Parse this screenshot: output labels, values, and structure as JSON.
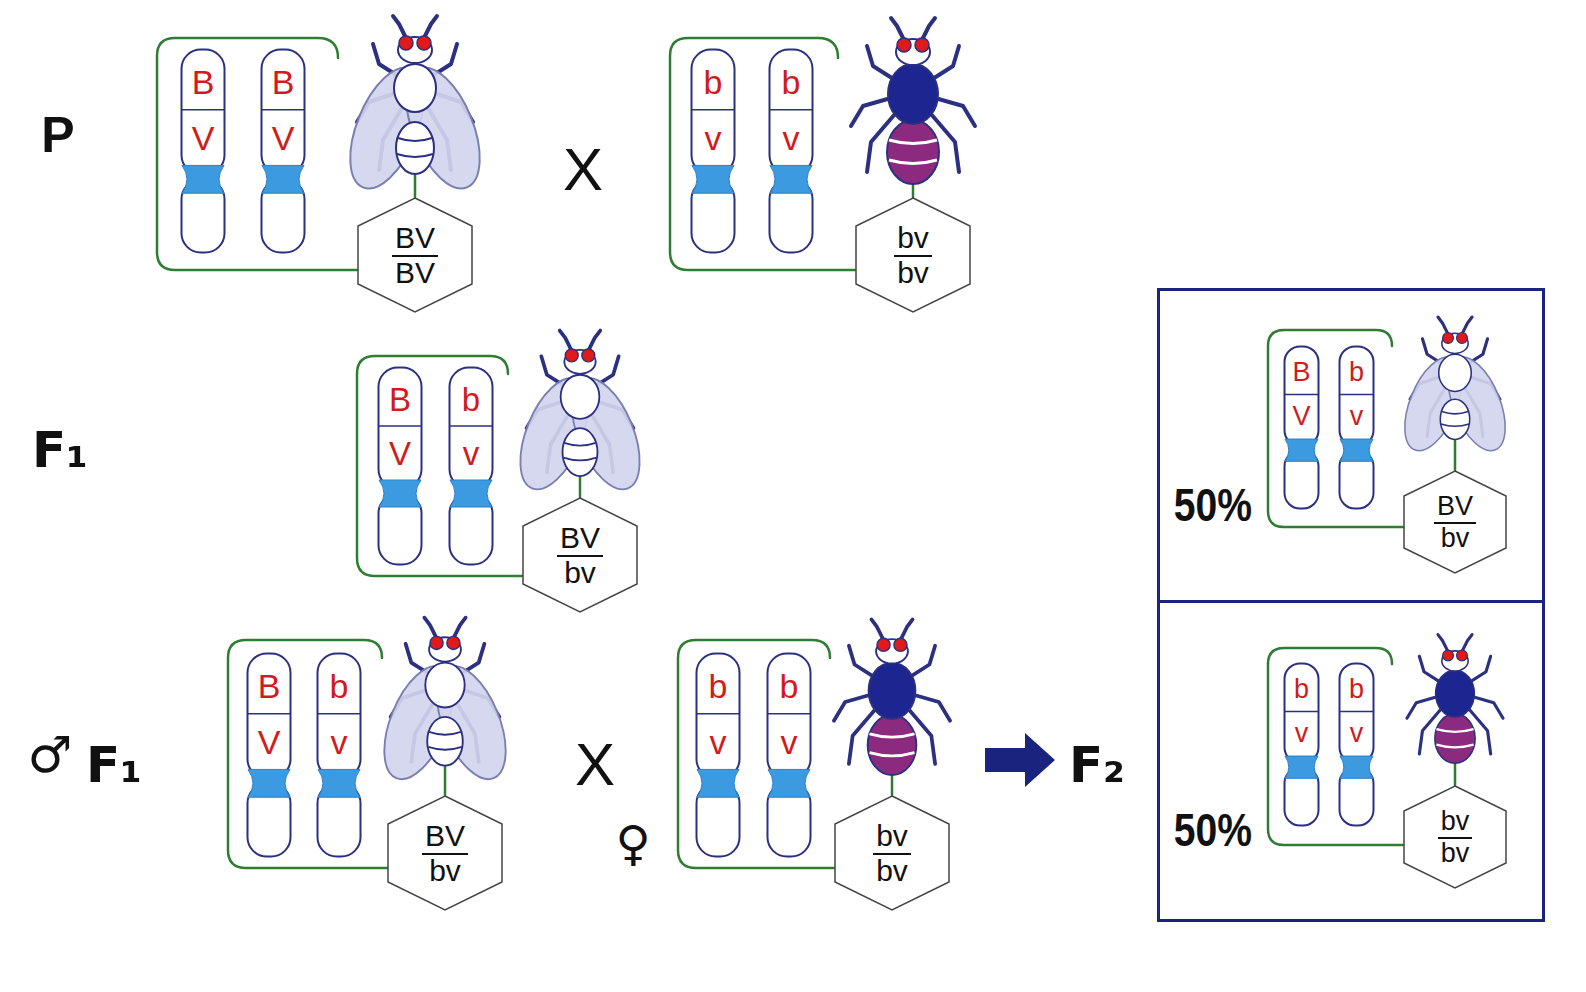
{
  "diagram": {
    "nodes": [
      {
        "text": [
          "B",
          "V"
        ]
      },
      {
        "text": [
          "B",
          "V"
        ]
      },
      {
        "text": [
          "BV",
          "BV"
        ]
      },
      {
        "text": [
          "b",
          "v"
        ]
      },
      {
        "text": [
          "b",
          "v"
        ]
      },
      {
        "text": [
          "bv",
          "bv"
        ]
      },
      {
        "text": [
          "50%"
        ]
      },
      {
        "text": [
          "B",
          "V"
        ],
        "in": 6
      },
      {
        "text": [
          "b",
          "v"
        ],
        "in": 6
      },
      {
        "text": [
          "BV",
          "bv"
        ],
        "in": 6
      },
      {
        "text": [
          "B",
          "V"
        ]
      },
      {
        "text": [
          "b",
          "v"
        ]
      },
      {
        "text": [
          "BV",
          "bv"
        ]
      },
      {
        "text": [
          "B",
          "V"
        ]
      },
      {
        "text": [
          "b",
          "v"
        ]
      },
      {
        "text": [
          "BV",
          "bv"
        ]
      },
      {
        "text": [
          "b",
          "v"
        ]
      },
      {
        "text": [
          "b",
          "v"
        ]
      },
      {
        "text": [
          "bv",
          "bv"
        ]
      },
      {
        "text": [
          "50%"
        ]
      },
      {
        "text": [
          "b",
          "v"
        ],
        "in": 19
      },
      {
        "text": [
          "b",
          "v"
        ],
        "in": 19
      },
      {
        "text": [
          "bv",
          "bv"
        ],
        "in": 19
      }
    ],
    "labels": [
      "P",
      "X",
      "F₁",
      "♂",
      "F₁",
      "X",
      "♀",
      "F₂"
    ]
  }
}
